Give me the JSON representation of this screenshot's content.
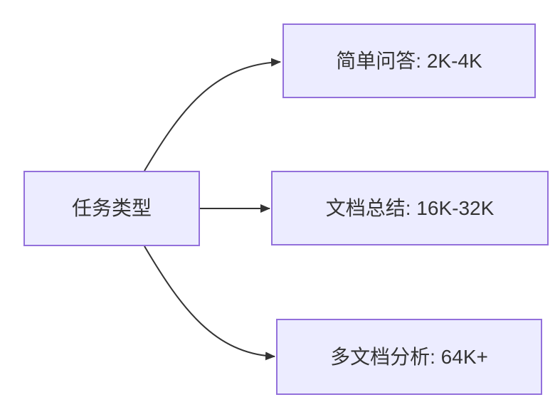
{
  "diagram": {
    "type": "flowchart-left-to-right",
    "root": {
      "label": "任务类型"
    },
    "branches": [
      {
        "label": "简单问答: 2K-4K"
      },
      {
        "label": "文档总结: 16K-32K"
      },
      {
        "label": "多文档分析: 64K+"
      }
    ],
    "edges": [
      {
        "from": "任务类型",
        "to": "简单问答: 2K-4K"
      },
      {
        "from": "任务类型",
        "to": "文档总结: 16K-32K"
      },
      {
        "from": "任务类型",
        "to": "多文档分析: 64K+"
      }
    ],
    "colors": {
      "node_fill": "#ECECFF",
      "node_border": "#9370DB",
      "edge": "#333333",
      "text": "#333333",
      "background": "#FFFFFF"
    }
  }
}
